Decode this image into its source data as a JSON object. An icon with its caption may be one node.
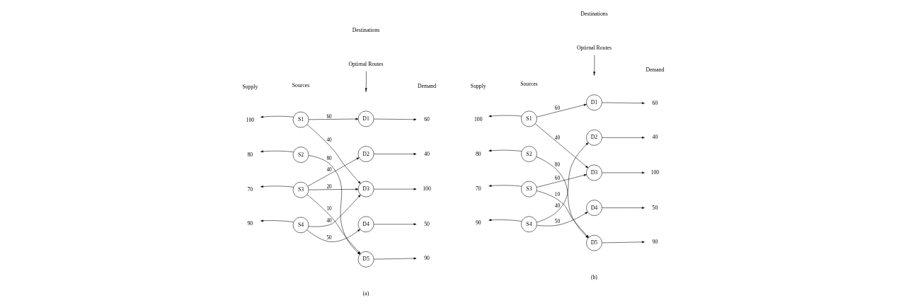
{
  "diagram": {
    "nodes": [
      {
        "text": [
          "Optirnal Routes"
        ]
      },
      {
        "text": [
          "100"
        ]
      },
      {
        "text": [
          "80"
        ]
      },
      {
        "text": [
          "70"
        ]
      },
      {
        "text": [
          "90"
        ]
      },
      {
        "text": [
          "S1"
        ]
      },
      {
        "text": [
          "S2"
        ]
      },
      {
        "text": [
          "S3"
        ]
      },
      {
        "text": [
          "S4"
        ]
      },
      {
        "text": [
          "D1"
        ]
      },
      {
        "text": [
          "D2"
        ]
      },
      {
        "text": [
          "D3"
        ]
      },
      {
        "text": [
          "D4"
        ]
      },
      {
        "text": [
          "D5"
        ]
      },
      {
        "text": [
          "60"
        ]
      },
      {
        "text": [
          "40"
        ]
      },
      {
        "text": [
          "100"
        ]
      },
      {
        "text": [
          "50"
        ]
      },
      {
        "text": [
          "90"
        ]
      },
      {
        "text": [
          "Optirnal Routes"
        ]
      },
      {
        "text": [
          "100"
        ]
      },
      {
        "text": [
          "80"
        ]
      },
      {
        "text": [
          "70"
        ]
      },
      {
        "text": [
          "90"
        ]
      },
      {
        "text": [
          "S1"
        ]
      },
      {
        "text": [
          "S2"
        ]
      },
      {
        "text": [
          "S3"
        ]
      },
      {
        "text": [
          "S4"
        ]
      },
      {
        "text": [
          "D1"
        ]
      },
      {
        "text": [
          "D2"
        ]
      },
      {
        "text": [
          "D3"
        ]
      },
      {
        "text": [
          "D4"
        ]
      },
      {
        "text": [
          "D5"
        ]
      },
      {
        "text": [
          "60"
        ]
      },
      {
        "text": [
          "40"
        ]
      },
      {
        "text": [
          "100"
        ]
      },
      {
        "text": [
          "50"
        ]
      },
      {
        "text": [
          "90"
        ]
      }
    ],
    "edges": [
      {
        "from": 0,
        "to": null,
        "arrow": "to"
      },
      {
        "from": 5,
        "to": 1,
        "arrow": "to"
      },
      {
        "from": 6,
        "to": 2,
        "arrow": "to"
      },
      {
        "from": 7,
        "to": 3,
        "arrow": "to"
      },
      {
        "from": 8,
        "to": 4,
        "arrow": "to"
      },
      {
        "from": 5,
        "to": 9,
        "arrow": "to",
        "label": "60"
      },
      {
        "from": 5,
        "to": 11,
        "arrow": "to",
        "label": "40"
      },
      {
        "from": 6,
        "to": 13,
        "arrow": "to",
        "label": "80"
      },
      {
        "from": 7,
        "to": 10,
        "arrow": "to",
        "label": "40"
      },
      {
        "from": 7,
        "to": 11,
        "arrow": "to",
        "label": "20"
      },
      {
        "from": 7,
        "to": 13,
        "arrow": "to",
        "label": "10"
      },
      {
        "from": 8,
        "to": 11,
        "arrow": "to",
        "label": "40"
      },
      {
        "from": 8,
        "to": 12,
        "arrow": "to",
        "label": "50"
      },
      {
        "from": 9,
        "to": 14,
        "arrow": "to"
      },
      {
        "from": 10,
        "to": 15,
        "arrow": "to"
      },
      {
        "from": 11,
        "to": 16,
        "arrow": "to"
      },
      {
        "from": 12,
        "to": 17,
        "arrow": "to"
      },
      {
        "from": 13,
        "to": 18,
        "arrow": "to"
      },
      {
        "from": 19,
        "to": null,
        "arrow": "to"
      },
      {
        "from": 24,
        "to": 20,
        "arrow": "to"
      },
      {
        "from": 25,
        "to": 21,
        "arrow": "to"
      },
      {
        "from": 26,
        "to": 22,
        "arrow": "to"
      },
      {
        "from": 27,
        "to": 23,
        "arrow": "to"
      },
      {
        "from": 24,
        "to": 28,
        "arrow": "to",
        "label": "60"
      },
      {
        "from": 24,
        "to": 30,
        "arrow": "to",
        "label": "40"
      },
      {
        "from": 25,
        "to": 32,
        "arrow": "to",
        "label": "80"
      },
      {
        "from": 26,
        "to": 30,
        "arrow": "to",
        "label": "60"
      },
      {
        "from": 26,
        "to": 32,
        "arrow": "to",
        "label": "10"
      },
      {
        "from": 27,
        "to": 29,
        "arrow": "to",
        "label": "40"
      },
      {
        "from": 27,
        "to": 31,
        "arrow": "to",
        "label": "50"
      },
      {
        "from": 28,
        "to": 33,
        "arrow": "to"
      },
      {
        "from": 29,
        "to": 34,
        "arrow": "to"
      },
      {
        "from": 30,
        "to": 35,
        "arrow": "to"
      },
      {
        "from": 31,
        "to": 36,
        "arrow": "to"
      },
      {
        "from": 32,
        "to": 37,
        "arrow": "to"
      }
    ],
    "labels": [
      "Sources",
      "Destinations",
      "Supply",
      "Demand",
      "(a)",
      "Sources",
      "Destinations",
      "Supply",
      "Demand",
      "(b)"
    ]
  }
}
